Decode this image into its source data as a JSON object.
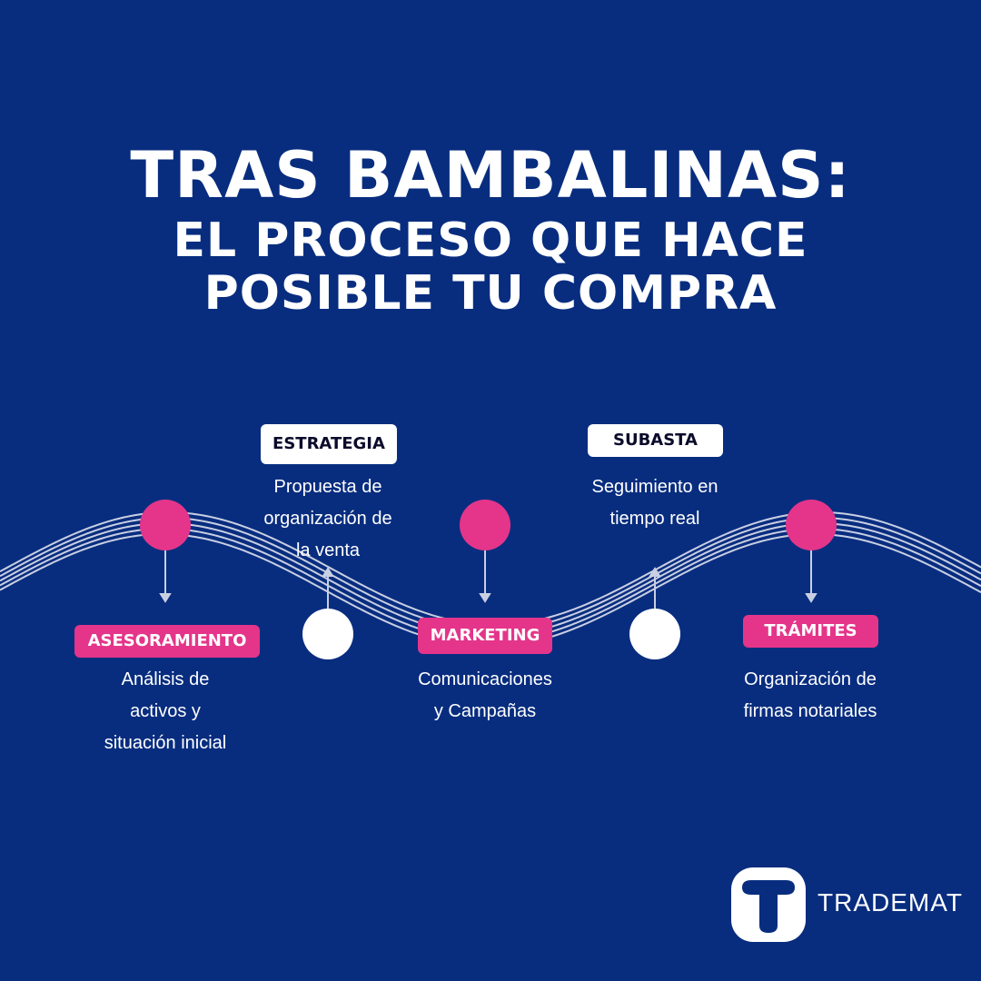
{
  "title": {
    "line1": "TRAS BAMBALINAS:",
    "line2": "EL PROCESO QUE HACE",
    "line3": "POSIBLE TU COMPRA"
  },
  "steps": [
    {
      "label": "ASESORAMIENTO",
      "desc": [
        "Análisis de",
        "activos y",
        "situación inicial"
      ]
    },
    {
      "label": "ESTRATEGIA",
      "desc": [
        "Propuesta de",
        "organización de",
        "la venta"
      ]
    },
    {
      "label": "MARKETING",
      "desc": [
        "Comunicaciones",
        "y Campañas"
      ]
    },
    {
      "label": "SUBASTA",
      "desc": [
        "Seguimiento en",
        "tiempo real"
      ]
    },
    {
      "label": "TRÁMITES",
      "desc": [
        "Organización de",
        "firmas notariales"
      ]
    }
  ],
  "brand": {
    "name": "TRADEMAT"
  },
  "colors": {
    "background": "#082d7f",
    "pink": "#e4358a",
    "white": "#ffffff",
    "wave": "#c9cfe3"
  }
}
